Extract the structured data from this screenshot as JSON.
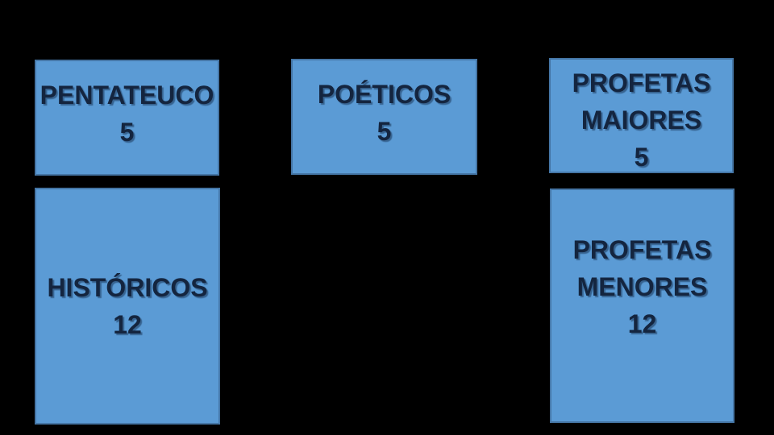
{
  "theme": {
    "background": "#000000",
    "box_fill": "#5B9BD5",
    "box_border": "#4576A6",
    "text_color": "#14253F"
  },
  "boxes": [
    {
      "name": "pentateuco",
      "lines": [
        "PENTATEUCO",
        "5"
      ]
    },
    {
      "name": "poeticos",
      "lines": [
        "POÉTICOS",
        "5"
      ]
    },
    {
      "name": "profetas-maiores",
      "lines": [
        "PROFETAS",
        "MAIORES",
        "5"
      ]
    },
    {
      "name": "historicos",
      "lines": [
        "HISTÓRICOS",
        "12"
      ]
    },
    {
      "name": "profetas-menores",
      "lines": [
        "PROFETAS",
        "MENORES",
        "12"
      ]
    }
  ]
}
